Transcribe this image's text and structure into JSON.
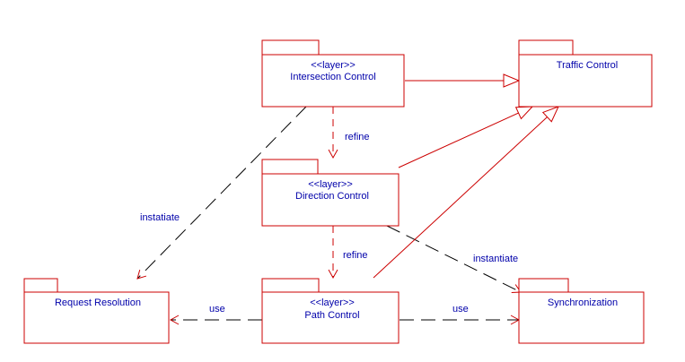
{
  "colors": {
    "stroke": "#cc0000",
    "text": "#0000aa",
    "background": "#ffffff"
  },
  "packages": {
    "intersection_control": {
      "stereotype": "<<layer>>",
      "name": "Intersection Control"
    },
    "traffic_control": {
      "stereotype": "",
      "name": "Traffic Control"
    },
    "direction_control": {
      "stereotype": "<<layer>>",
      "name": "Direction Control"
    },
    "request_resolution": {
      "stereotype": "",
      "name": "Request Resolution"
    },
    "path_control": {
      "stereotype": "<<layer>>",
      "name": "Path Control"
    },
    "synchronization": {
      "stereotype": "",
      "name": "Synchronization"
    }
  },
  "relations": {
    "intersection_to_direction": {
      "kind": "dependency",
      "label": "refine"
    },
    "direction_to_path": {
      "kind": "dependency",
      "label": "refine"
    },
    "intersection_to_request": {
      "kind": "dependency",
      "label": "instatiate"
    },
    "direction_to_sync": {
      "kind": "dependency",
      "label": "instantiate"
    },
    "path_to_request": {
      "kind": "dependency",
      "label": "use"
    },
    "path_to_sync": {
      "kind": "dependency",
      "label": "use"
    },
    "intersection_to_traffic": {
      "kind": "generalization",
      "label": ""
    },
    "direction_to_traffic": {
      "kind": "generalization",
      "label": ""
    },
    "path_to_traffic": {
      "kind": "generalization",
      "label": ""
    }
  }
}
